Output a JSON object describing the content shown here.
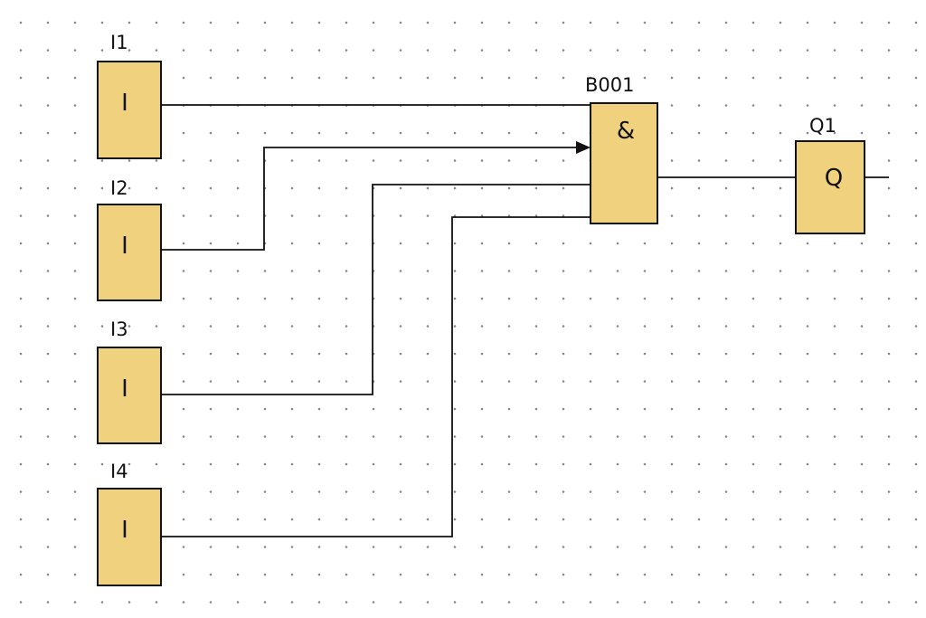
{
  "colors": {
    "block_fill": "#f0d27e",
    "wire": "#111111",
    "grid_dot": "#8a8a8a"
  },
  "inputs": [
    {
      "label": "I1",
      "symbol": "I"
    },
    {
      "label": "I2",
      "symbol": "I"
    },
    {
      "label": "I3",
      "symbol": "I"
    },
    {
      "label": "I4",
      "symbol": "I"
    }
  ],
  "gate": {
    "label": "B001",
    "symbol": "&"
  },
  "output": {
    "label": "Q1",
    "symbol": "Q"
  }
}
